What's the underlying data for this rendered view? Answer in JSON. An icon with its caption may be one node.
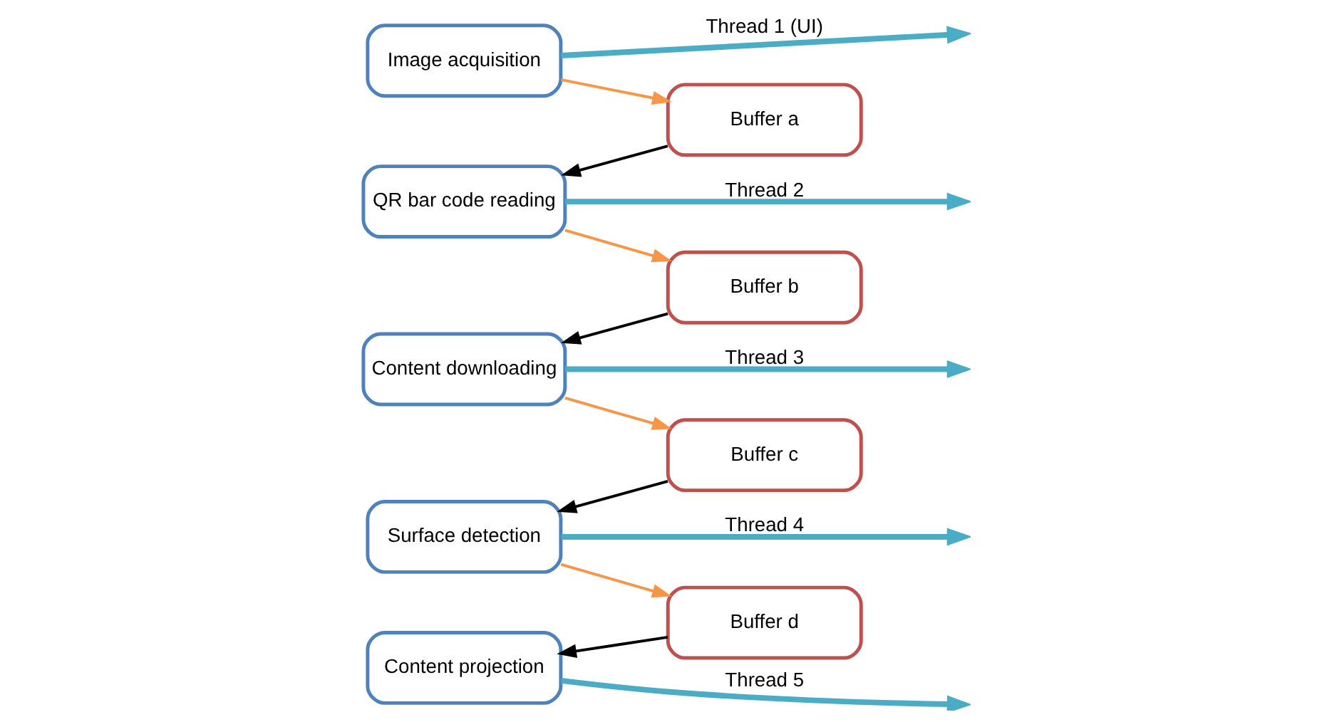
{
  "diagram": {
    "nodes": [
      {
        "text": [
          "Image acquisition"
        ]
      },
      {
        "text": [
          "Buffer a"
        ]
      },
      {
        "text": [
          "QR bar code reading"
        ]
      },
      {
        "text": [
          "Buffer b"
        ]
      },
      {
        "text": [
          "Content downloading"
        ]
      },
      {
        "text": [
          "Buffer c"
        ]
      },
      {
        "text": [
          "Surface detection"
        ]
      },
      {
        "text": [
          "Buffer d"
        ]
      },
      {
        "text": [
          "Content projection"
        ]
      }
    ],
    "edges": [
      {
        "from": 0,
        "to": null,
        "arrow": "to",
        "label": "Thread 1 (UI)",
        "style": "thick",
        "color": "#4bacc6"
      },
      {
        "from": 2,
        "to": null,
        "arrow": "to",
        "label": "Thread 2",
        "style": "thick",
        "color": "#4bacc6"
      },
      {
        "from": 4,
        "to": null,
        "arrow": "to",
        "label": "Thread 3",
        "style": "thick",
        "color": "#4bacc6"
      },
      {
        "from": 6,
        "to": null,
        "arrow": "to",
        "label": "Thread 4",
        "style": "thick",
        "color": "#4bacc6"
      },
      {
        "from": 8,
        "to": null,
        "arrow": "to",
        "label": "Thread 5",
        "style": "thick",
        "color": "#4bacc6"
      },
      {
        "from": 0,
        "to": 1,
        "arrow": "to",
        "color": "#f79646"
      },
      {
        "from": 1,
        "to": 2,
        "arrow": "to",
        "color": "#000000"
      },
      {
        "from": 2,
        "to": 3,
        "arrow": "to",
        "color": "#f79646"
      },
      {
        "from": 3,
        "to": 4,
        "arrow": "to",
        "color": "#000000"
      },
      {
        "from": 4,
        "to": 5,
        "arrow": "to",
        "color": "#f79646"
      },
      {
        "from": 5,
        "to": 6,
        "arrow": "to",
        "color": "#000000"
      },
      {
        "from": 6,
        "to": 7,
        "arrow": "to",
        "color": "#f79646"
      },
      {
        "from": 7,
        "to": 8,
        "arrow": "to",
        "color": "#000000"
      }
    ]
  }
}
